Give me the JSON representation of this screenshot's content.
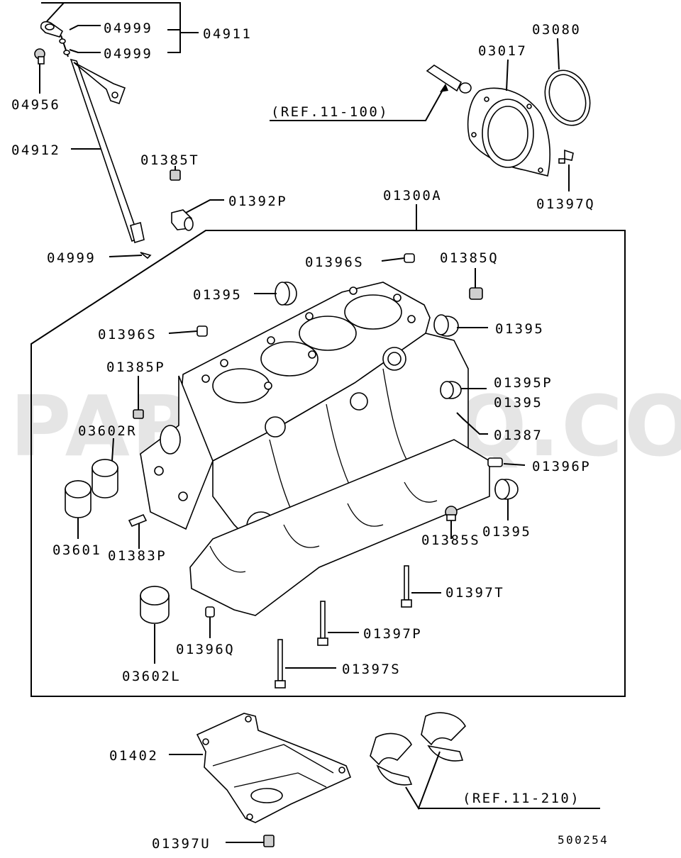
{
  "watermark": "PARTSOUQ.COM",
  "diagram_code": "500254",
  "labels": {
    "l04999a": "04999",
    "l04999b": "04999",
    "l04911": "04911",
    "l04956": "04956",
    "l04912": "04912",
    "l01385T": "01385T",
    "l01392P": "01392P",
    "l04999c": "04999",
    "l03017": "03017",
    "l03080": "03080",
    "ref11100": "(REF.11-100)",
    "l01397Q": "01397Q",
    "l01300A": "01300A",
    "l01396S_a": "01396S",
    "l01385Q": "01385Q",
    "l01395_a": "01395",
    "l01395_b": "01395",
    "l01396S_b": "01396S",
    "l01385P": "01385P",
    "l01395P": "01395P",
    "l01395_c": "01395",
    "l03602R": "03602R",
    "l01387": "01387",
    "l01396P": "01396P",
    "l01395_d": "01395",
    "l03601": "03601",
    "l01383P": "01383P",
    "l01385S": "01385S",
    "l01397T": "01397T",
    "l01397P": "01397P",
    "l01396Q": "01396Q",
    "l03602L": "03602L",
    "l01397S": "01397S",
    "l01402": "01402",
    "ref11210": "(REF.11-210)",
    "l01397U": "01397U"
  }
}
